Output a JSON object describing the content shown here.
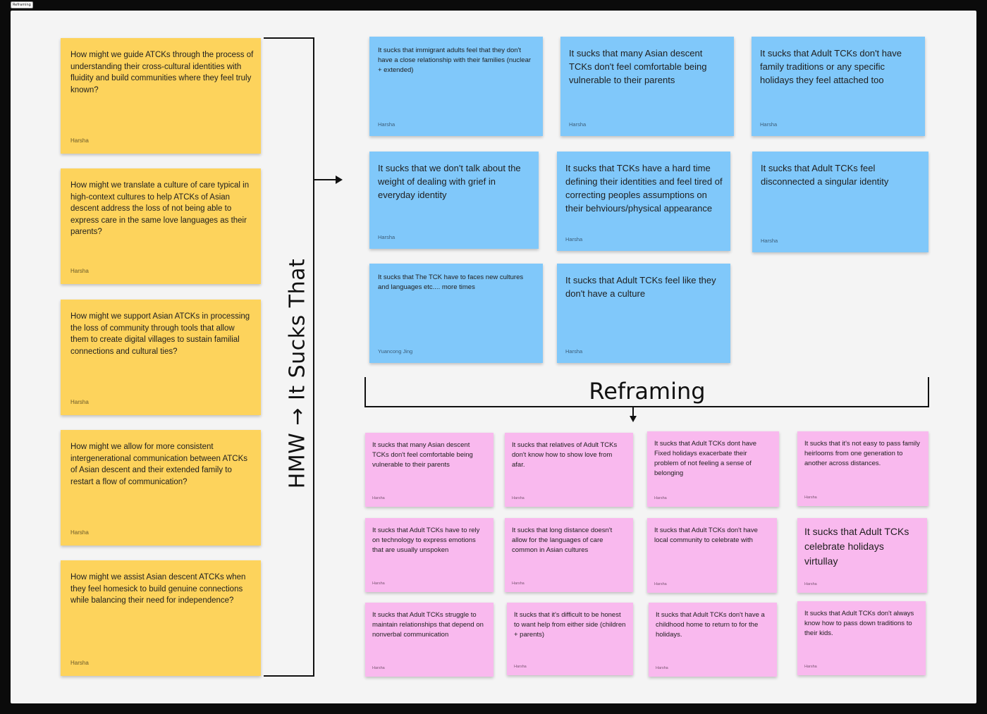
{
  "frame": {
    "label": "Reframing"
  },
  "hmw_label": "HMW → It Sucks That",
  "reframing_label": "Reframing",
  "hmw_notes": [
    {
      "text": "How might we guide ATCKs through the process of understanding their cross-cultural identities with fluidity and build communities where they feel truly known?",
      "author": "Harsha"
    },
    {
      "text": "How might we translate a culture of care typical in high-context cultures to help ATCKs of Asian descent address the loss of not being able to express care in the same love languages as their parents?",
      "author": "Harsha"
    },
    {
      "text": "How might we support Asian ATCKs in processing the loss of community through tools that allow them to create digital villages to sustain familial connections and cultural ties?",
      "author": "Harsha"
    },
    {
      "text": "How might we allow for more consistent intergenerational communication between ATCKs of Asian descent and their extended family to restart a flow of communication?",
      "author": "Harsha"
    },
    {
      "text": "How might we assist Asian descent ATCKs when they feel homesick to build genuine connections while balancing their need for independence?",
      "author": "Harsha"
    }
  ],
  "blue_notes": [
    {
      "text": "It sucks that immigrant adults feel that they don't have a close relationship with their families (nuclear + extended)",
      "author": "Harsha"
    },
    {
      "text": "It sucks that many Asian descent TCKs don't feel comfortable being vulnerable to their parents",
      "author": "Harsha"
    },
    {
      "text": "It sucks that Adult TCKs don't have family traditions or any specific holidays they feel attached too",
      "author": "Harsha"
    },
    {
      "text": "It sucks that we don't talk about the weight of dealing with grief in everyday identity",
      "author": "Harsha"
    },
    {
      "text": "It sucks that TCKs have a hard time defining their identities and feel tired of correcting peoples assumptions on their behviours/physical appearance",
      "author": "Harsha"
    },
    {
      "text": "It sucks that Adult TCKs feel disconnected  a singular identity",
      "author": "Harsha"
    },
    {
      "text": "It sucks that The TCK have to faces new cultures and languages etc.... more times",
      "author": "Yuancong Jing"
    },
    {
      "text": "It sucks that Adult TCKs feel like they don't have a culture",
      "author": "Harsha"
    }
  ],
  "pink_notes": [
    {
      "text": "It sucks that many Asian descent TCKs don't feel comfortable being vulnerable to their parents",
      "author": "Harsha"
    },
    {
      "text": "It sucks that relatives of Adult TCKs don't know how to show love from afar.",
      "author": "Harsha"
    },
    {
      "text": "It sucks that Adult TCKs dont have Fixed holidays exacerbate their problem of not feeling a sense of belonging",
      "author": "Harsha"
    },
    {
      "text": "It sucks that it's not easy to pass family heirlooms from one generation to another across distances.",
      "author": "Harsha"
    },
    {
      "text": "It sucks that Adult TCKs have to rely on technology to express emotions that are usually unspoken",
      "author": "Harsha"
    },
    {
      "text": "It sucks that long distance doesn't allow for the languages of care common in Asian cultures",
      "author": "Harsha"
    },
    {
      "text": "It sucks that Adult TCKs don't have local community to celebrate with",
      "author": "Harsha"
    },
    {
      "text": "It sucks that Adult TCKs celebrate holidays virtullay",
      "author": "Harsha"
    },
    {
      "text": "It sucks that Adult TCKs struggle to maintain relationships that depend on nonverbal communication",
      "author": "Harsha"
    },
    {
      "text": "It sucks that it's difficult to be honest to want help from either side (children + parents)",
      "author": "Harsha"
    },
    {
      "text": "It sucks that Adult TCKs don't have a childhood home to return to for the holidays.",
      "author": "Harsha"
    },
    {
      "text": "It sucks that Adult TCKs don't always know how to pass down traditions to their kids.",
      "author": "Harsha"
    }
  ],
  "colors": {
    "yellow": "#fdd35c",
    "blue": "#80c8fa",
    "pink": "#f9b9ee",
    "canvas": "#f4f4f4"
  }
}
